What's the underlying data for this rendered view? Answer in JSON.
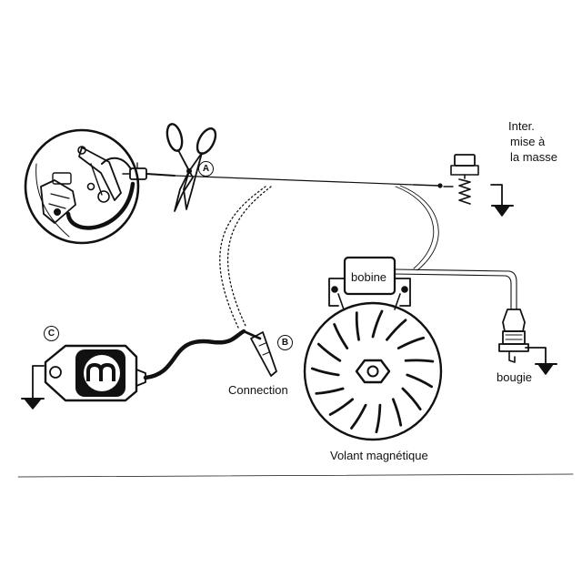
{
  "labels": {
    "switch_line1": "Inter.",
    "switch_line2": "mise à",
    "switch_line3": "la masse",
    "coil": "bobine",
    "spark_plug": "bougie",
    "connection": "Connection",
    "flywheel": "Volant magnétique"
  },
  "markers": {
    "a": "A",
    "b": "B",
    "c": "C"
  },
  "colors": {
    "ink": "#111111",
    "background": "#ffffff"
  }
}
